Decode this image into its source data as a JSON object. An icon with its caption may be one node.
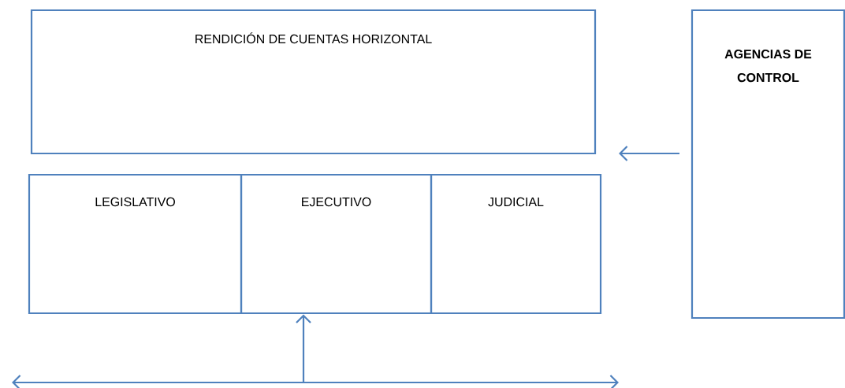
{
  "diagram": {
    "nodes": [
      {
        "text": [
          "RENDICIÓN DE CUENTAS HORIZONTAL"
        ]
      },
      {
        "text": [
          "LEGISLATIVO"
        ]
      },
      {
        "text": [
          "EJECUTIVO"
        ]
      },
      {
        "text": [
          "JUDICIAL"
        ]
      },
      {
        "text": [
          "**AGENCIAS DE CONTROL**"
        ]
      }
    ],
    "edges": [
      {
        "from": 4,
        "to": 0,
        "arrow": "to"
      },
      {
        "from": null,
        "to": 2,
        "arrow": "to"
      }
    ]
  }
}
